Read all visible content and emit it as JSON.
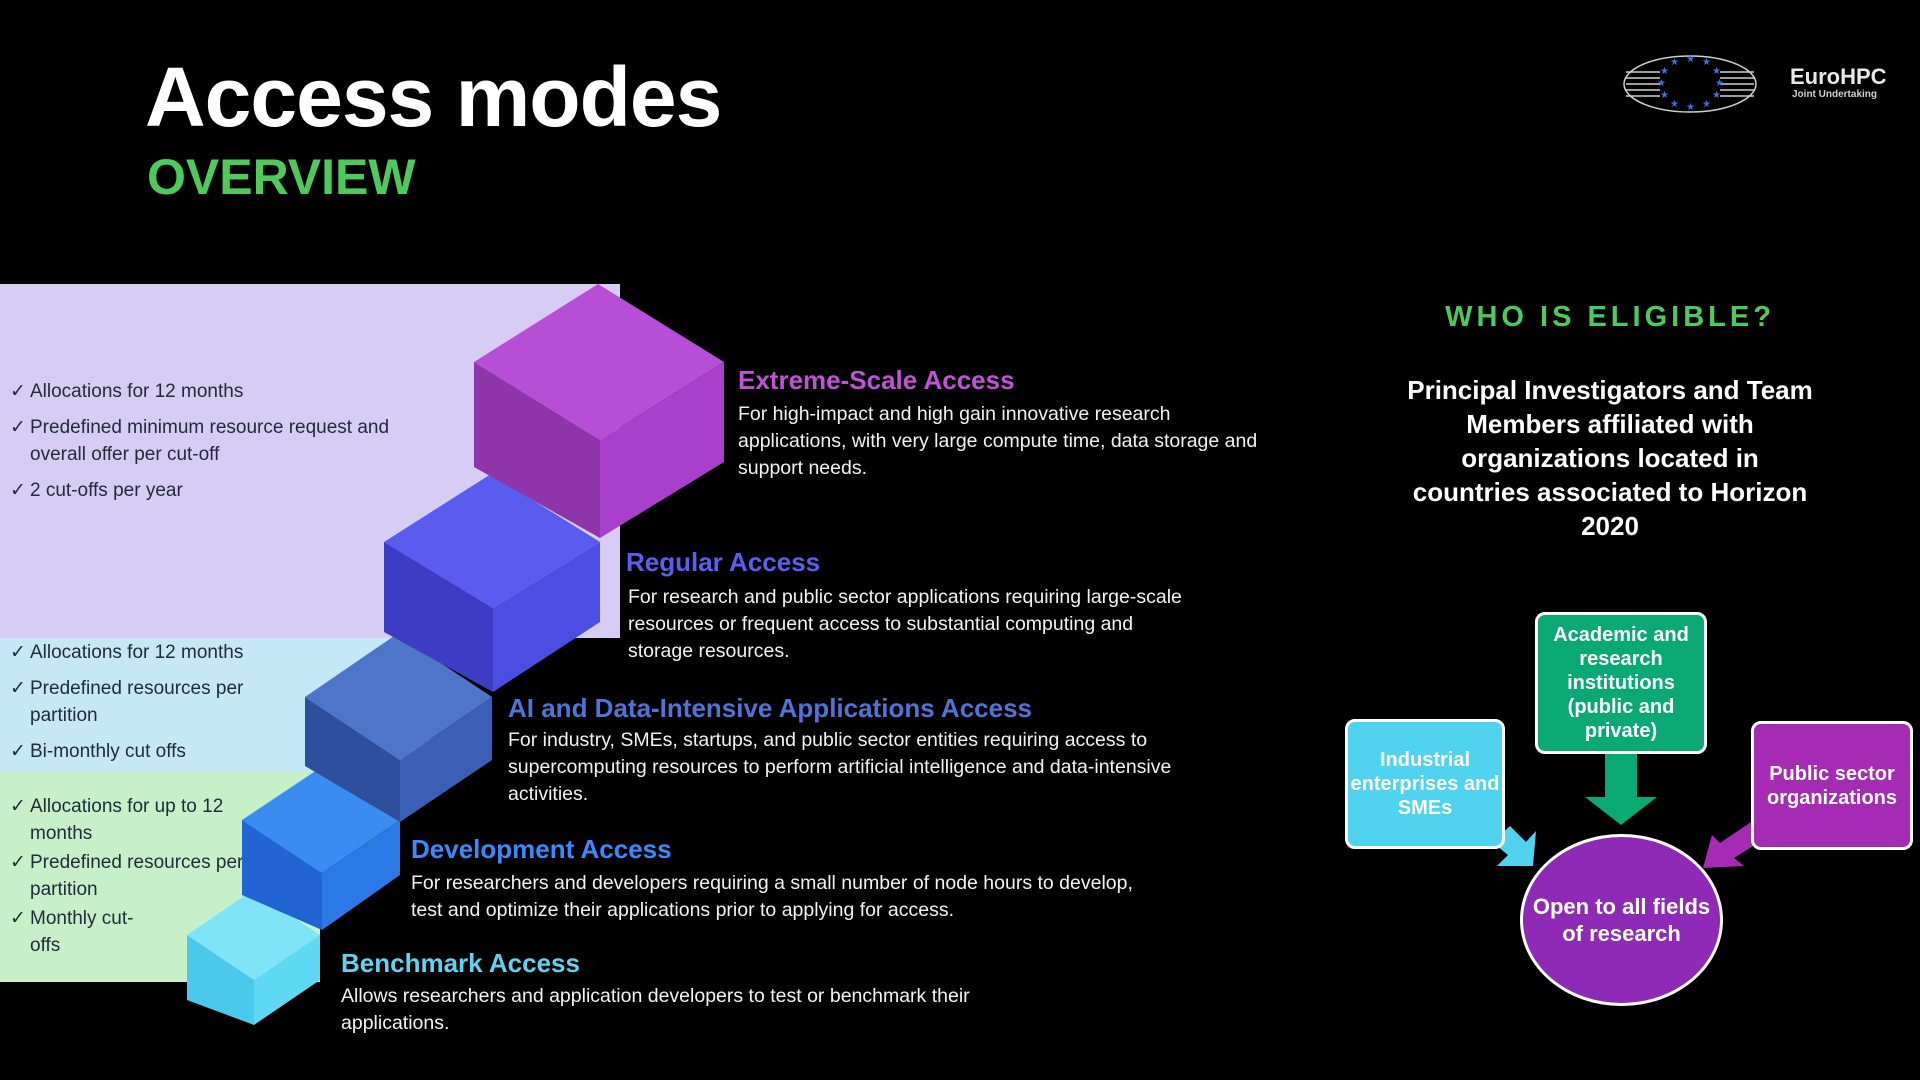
{
  "header": {
    "title": "Access modes",
    "subtitle": "OVERVIEW",
    "logo_name": "EuroHPC",
    "logo_tagline": "Joint Undertaking"
  },
  "colors": {
    "accent_green": "#4ec95c",
    "extreme": "#a93fca",
    "regular": "#4b4ee3",
    "ai": "#3d62bf",
    "development": "#2a7be8",
    "benchmark": "#5dd6f2"
  },
  "panels": [
    {
      "name": "extreme-regular",
      "items": [
        "Allocations for 12 months",
        "Predefined minimum resource request and overall offer per cut-off",
        "2 cut-offs per year"
      ]
    },
    {
      "name": "ai",
      "items": [
        "Allocations for 12 months",
        "Predefined resources per partition",
        "Bi-monthly cut offs"
      ]
    },
    {
      "name": "dev-bench",
      "items": [
        "Allocations for up to 12 months",
        "Predefined resources per partition",
        "Monthly cut-offs"
      ]
    }
  ],
  "tiers": [
    {
      "title": "Extreme-Scale Access",
      "description": "For high-impact and high gain innovative research applications, with very large compute time, data storage and support needs."
    },
    {
      "title": "Regular Access",
      "description": "For research and public sector applications requiring large-scale resources or frequent access to substantial computing and storage resources."
    },
    {
      "title": "AI and Data-Intensive Applications Access",
      "description": "For industry, SMEs, startups, and public sector entities  requiring access to supercomputing resources to perform artificial intelligence and data-intensive activities."
    },
    {
      "title": "Development Access",
      "description": "For researchers and developers requiring a small number of node hours to develop, test and optimize their applications prior to applying for access."
    },
    {
      "title": "Benchmark Access",
      "description": "Allows researchers and application developers to test or benchmark their applications."
    }
  ],
  "eligibility": {
    "heading": "WHO IS ELIGIBLE?",
    "text": "Principal Investigators and Team Members affiliated with organizations located in countries associated to Horizon 2020",
    "boxes": {
      "academic": "Academic and research institutions (public and private)",
      "industrial": "Industrial enterprises and SMEs",
      "public": "Public sector organizations"
    },
    "center": "Open to all fields of research"
  }
}
